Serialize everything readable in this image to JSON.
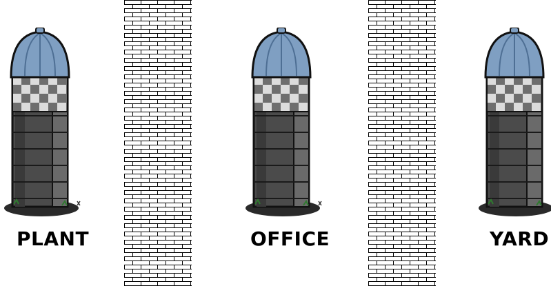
{
  "buildings": [
    {
      "label": "PLANT",
      "icon": "silo-icon"
    },
    {
      "label": "OFFICE",
      "icon": "silo-icon"
    },
    {
      "label": "YARD",
      "icon": "silo-icon"
    }
  ],
  "walls": [
    {
      "icon": "brick-wall-icon"
    },
    {
      "icon": "brick-wall-icon"
    }
  ],
  "colors": {
    "dome": "#7f9fc2",
    "silo_body": "#4a4a4a",
    "checker_light": "#dcdcdc",
    "checker_dark": "#6e6e6e",
    "brick_line": "#000000"
  }
}
